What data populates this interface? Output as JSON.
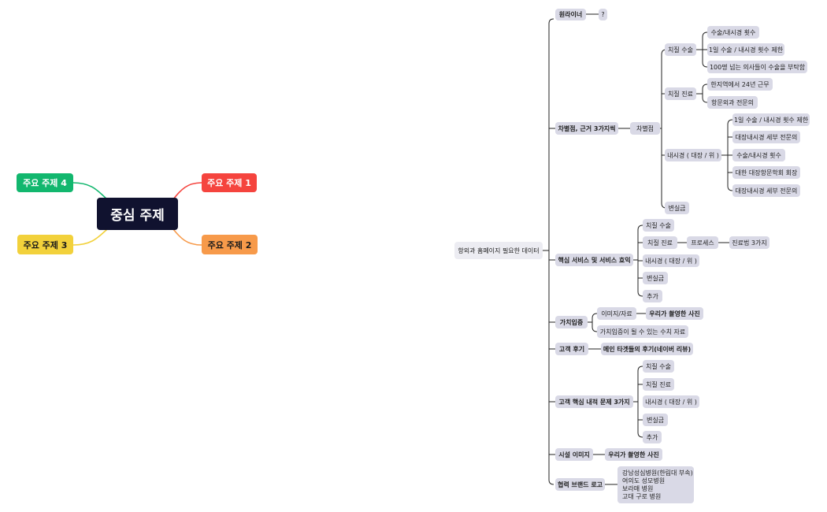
{
  "left_map": {
    "center": "중심 주제",
    "topics": [
      {
        "label": "주요 주제 1",
        "color": "#f5443e"
      },
      {
        "label": "주요 주제 2",
        "color": "#f79a4a"
      },
      {
        "label": "주요 주제 3",
        "color": "#f2d13b"
      },
      {
        "label": "주요 주제 4",
        "color": "#12b76e"
      }
    ]
  },
  "right_map": {
    "root": "항외과 홈페이지 필요한 데이터",
    "branches": {
      "b1": {
        "label": "원라이너",
        "q": "?"
      },
      "b2": {
        "label": "차별점, 근거 3가지씩",
        "sub": "차별점",
        "c1": {
          "label": "치질 수술",
          "items": [
            "수술/내시경 횟수",
            "1일 수술 / 내시경 횟수 제한",
            "100명 넘는 의사들이 수술을 부탁함"
          ]
        },
        "c2": {
          "label": "치질 진료",
          "items": [
            "한지역에서 24년 근무",
            "항문외과 전문의"
          ]
        },
        "c3": {
          "label": "내시경 ( 대장 / 위 )",
          "items": [
            "1일 수술 / 내시경 횟수 제한",
            "대장내시경 세부 전문의",
            "수술/내시경 횟수",
            "대한 대장항문학회 회장",
            "대장내시경 세부 전문의"
          ]
        },
        "c4": {
          "label": "변실금"
        }
      },
      "b3": {
        "label": "핵심 서비스 및 서비스 효익",
        "items": [
          "치질 수술",
          "치질 진료",
          "내시경 ( 대장 / 위 )",
          "변실금",
          "추가"
        ],
        "process": "프로세스",
        "process_child": "진료법 3가지"
      },
      "b4": {
        "label": "가치입증",
        "items": [
          "이미지/자료",
          "가치입증이 될 수 있는 수치 자료"
        ],
        "photo": "우리가 촬영한 사진"
      },
      "b5": {
        "label": "고객 후기",
        "child": "메인 타겟들의 후기(네이버 리뷰)"
      },
      "b6": {
        "label": "고객 핵심 내적 문제 3가지",
        "items": [
          "치질 수술",
          "치질 진료",
          "내시경 ( 대장 / 위 )",
          "변실금",
          "추가"
        ]
      },
      "b7": {
        "label": "시설 이미지",
        "child": "우리가 촬영한 사진"
      },
      "b8": {
        "label": "협력 브랜드 로고",
        "hospitals": [
          "강남성심병원(한림대 부속)",
          "여의도 성모병원",
          "보라매 병원",
          "고대 구로 병원"
        ]
      }
    }
  }
}
